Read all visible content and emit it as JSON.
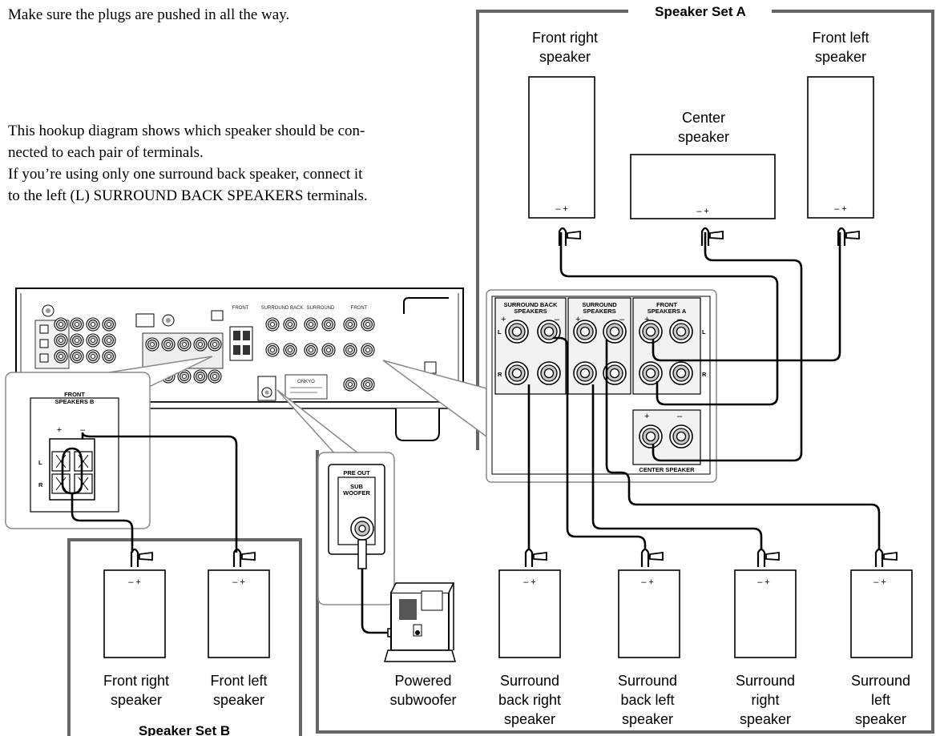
{
  "intro": {
    "line1": "Make sure the plugs are pushed in all the way.",
    "para_lines": [
      "This hookup diagram shows which speaker should be con-",
      "nected to each pair of terminals.",
      "If you’re using only one surround back speaker, connect it",
      "to the left (L) SURROUND BACK SPEAKERS terminals."
    ]
  },
  "speaker_set_a": {
    "title": "Speaker Set A",
    "front_right": [
      "Front right",
      "speaker"
    ],
    "center": [
      "Center",
      "speaker"
    ],
    "front_left": [
      "Front left",
      "speaker"
    ],
    "surround_back_right": [
      "Surround",
      "back right",
      "speaker"
    ],
    "surround_back_left": [
      "Surround",
      "back left",
      "speaker"
    ],
    "surround_right": [
      "Surround",
      "right",
      "speaker"
    ],
    "surround_left": [
      "Surround",
      "left",
      "speaker"
    ]
  },
  "speaker_set_b": {
    "title": "Speaker Set B",
    "front_right": [
      "Front right",
      "speaker"
    ],
    "front_left": [
      "Front left",
      "speaker"
    ]
  },
  "subwoofer": {
    "label": [
      "Powered",
      "subwoofer"
    ],
    "pre_out": "PRE OUT",
    "sub_woofer": [
      "SUB",
      "WOOFER"
    ]
  },
  "terminals": {
    "polarity": "– +",
    "plus": "+",
    "minus": "–",
    "surround_back": [
      "SURROUND BACK",
      "SPEAKERS"
    ],
    "surround": [
      "SURROUND",
      "SPEAKERS"
    ],
    "front_a": [
      "FRONT",
      "SPEAKERS A"
    ],
    "front_b": [
      "FRONT",
      "SPEAKERS B"
    ],
    "center": "CENTER SPEAKER",
    "l": "L",
    "r": "R"
  }
}
